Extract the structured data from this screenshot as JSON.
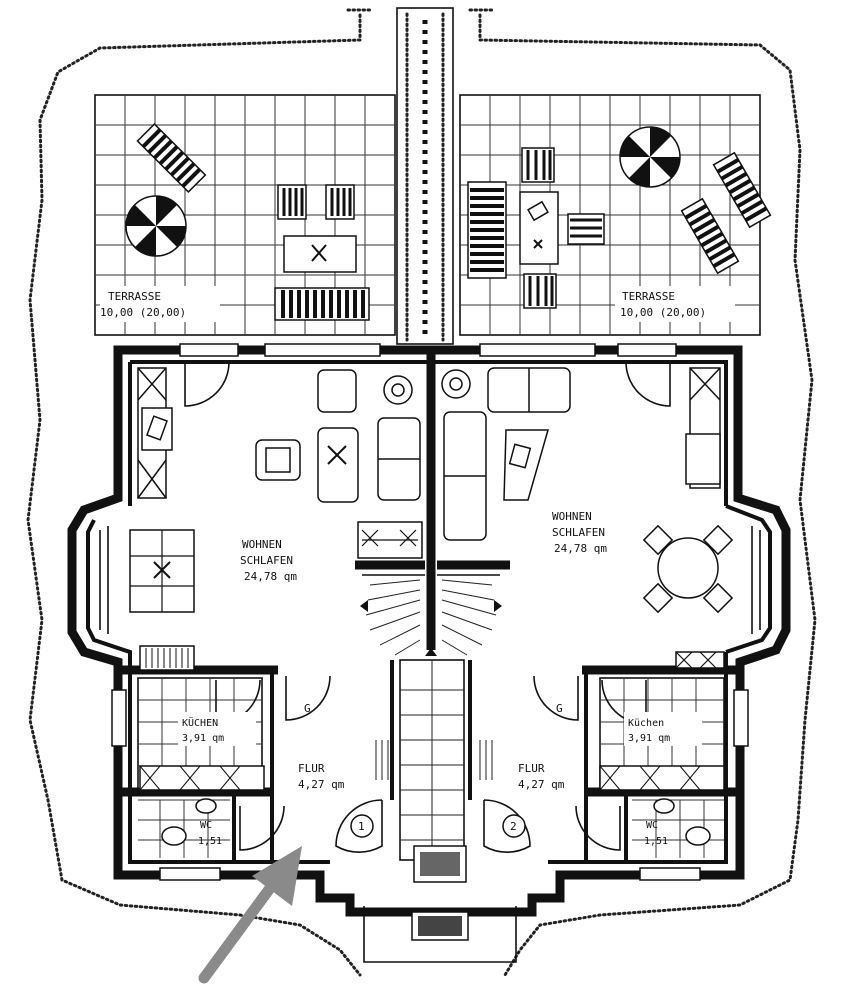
{
  "plan": {
    "terrace_left": {
      "name": "TERRASSE",
      "area": "10,00 (20,00)"
    },
    "terrace_right": {
      "name": "TERRASSE",
      "area": "10,00 (20,00)"
    },
    "living_left": {
      "name_line1": "WOHNEN",
      "name_line2": "SCHLAFEN",
      "area": "24,78 qm"
    },
    "living_right": {
      "name_line1": "WOHNEN",
      "name_line2": "SCHLAFEN",
      "area": "24,78 qm"
    },
    "kitchen_left": {
      "name": "KÜCHEN",
      "area": "3,91 qm"
    },
    "kitchen_right": {
      "name": "Küchen",
      "area": "3,91 qm"
    },
    "hall_left": {
      "name": "FLUR",
      "area": "4,27 qm"
    },
    "hall_right": {
      "name": "FLUR",
      "area": "4,27 qm"
    },
    "wc_left": {
      "name": "WC",
      "area": "1,51"
    },
    "wc_right": {
      "name": "WC",
      "area": "1,51"
    },
    "storage_left": "G",
    "storage_right": "G",
    "unit_left": "1",
    "unit_right": "2"
  },
  "colors": {
    "ink": "#111111",
    "arrow": "#8a8a8a",
    "paper": "#ffffff"
  },
  "icons": [
    "parasol-icon",
    "sun-lounger-icon",
    "entrance-arrow-icon"
  ]
}
